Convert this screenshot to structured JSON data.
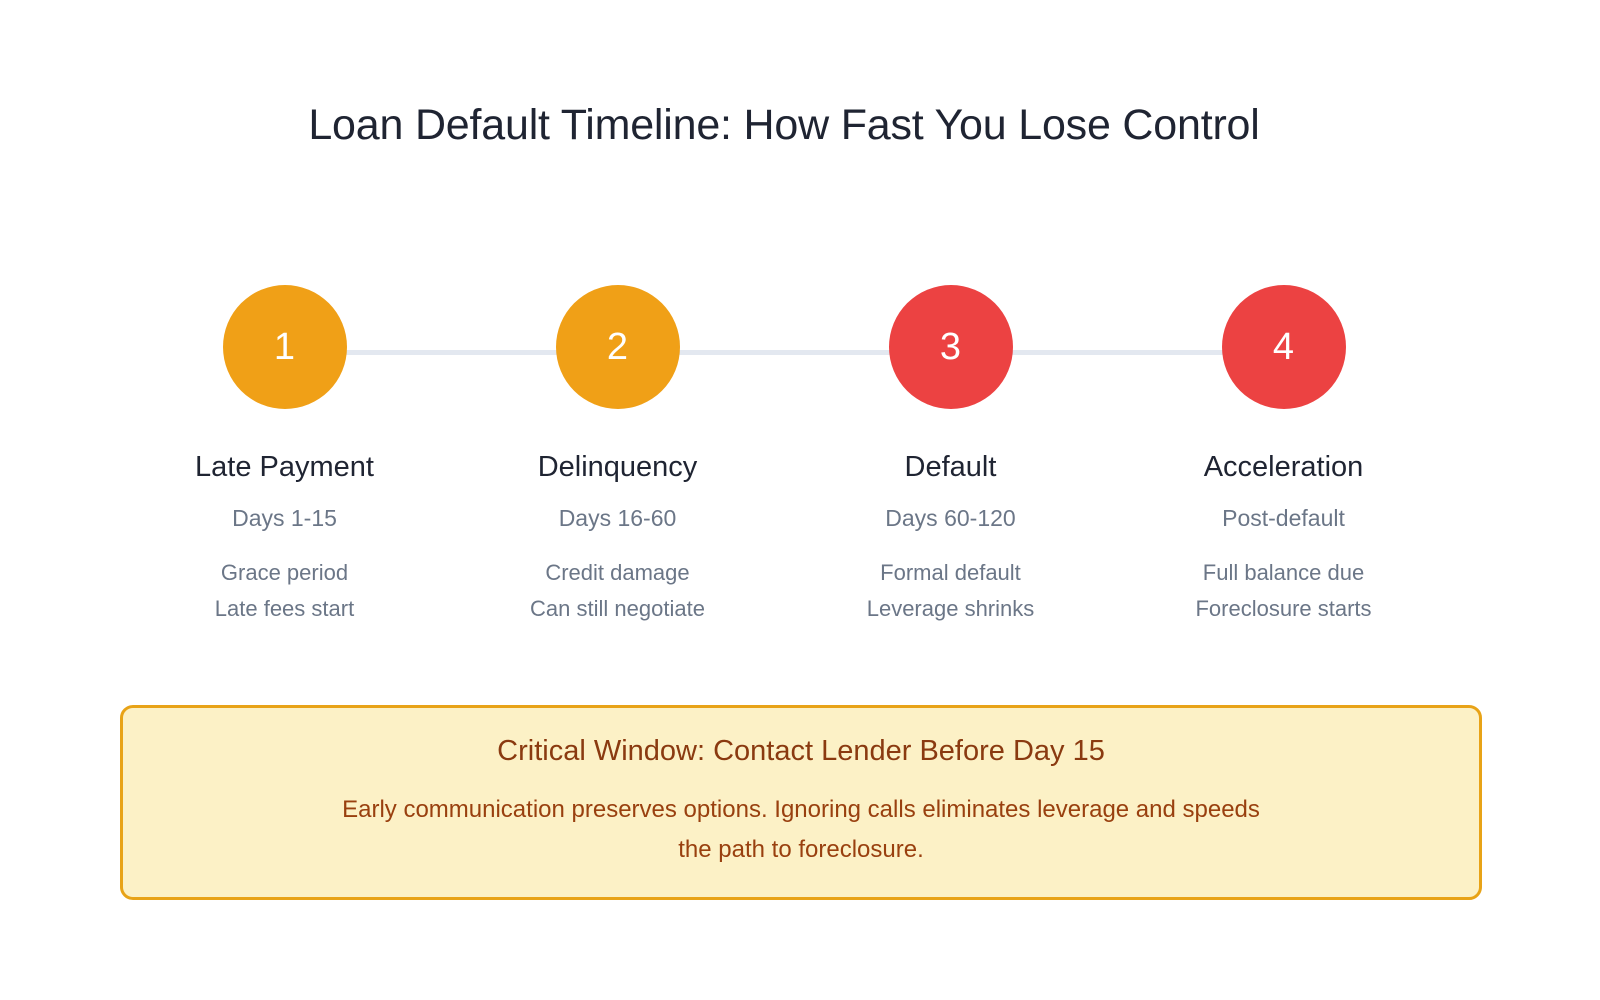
{
  "title": "Loan Default Timeline: How Fast You Lose Control",
  "colors": {
    "title_text": "#1f2432",
    "muted_text": "#6b7687",
    "warning": "#f0a017",
    "danger": "#ec4242",
    "connector": "#e3e8f0",
    "callout_bg": "#fcf1c6",
    "callout_border": "#e8a317",
    "callout_title_text": "#8a3a10",
    "callout_body_text": "#99400f",
    "circle_number_text": "#ffffff",
    "page_bg": "#ffffff"
  },
  "timeline": {
    "steps": [
      {
        "number": "1",
        "tone": "warning",
        "label": "Late Payment",
        "period": "Days 1-15",
        "detail_1": "Grace period",
        "detail_2": "Late fees start"
      },
      {
        "number": "2",
        "tone": "warning",
        "label": "Delinquency",
        "period": "Days 16-60",
        "detail_1": "Credit damage",
        "detail_2": "Can still negotiate"
      },
      {
        "number": "3",
        "tone": "danger",
        "label": "Default",
        "period": "Days 60-120",
        "detail_1": "Formal default",
        "detail_2": "Leverage shrinks"
      },
      {
        "number": "4",
        "tone": "danger",
        "label": "Acceleration",
        "period": "Post-default",
        "detail_1": "Full balance due",
        "detail_2": "Foreclosure starts"
      }
    ]
  },
  "callout": {
    "title": "Critical Window: Contact Lender Before Day 15",
    "body": "Early communication preserves options. Ignoring calls eliminates leverage and speeds the path to foreclosure."
  }
}
